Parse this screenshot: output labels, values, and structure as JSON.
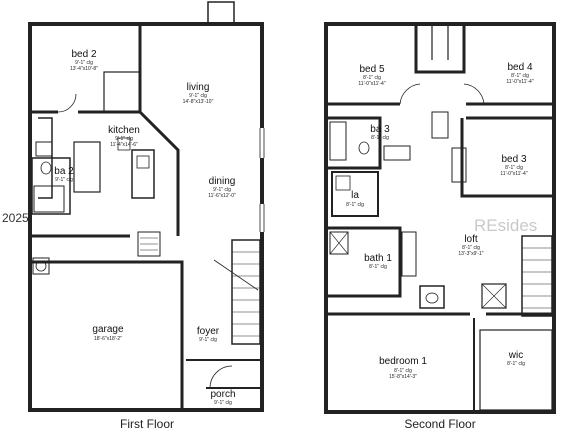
{
  "first_floor": {
    "caption": "First Floor",
    "rooms": {
      "bed2": {
        "name": "bed 2",
        "l1": "9'-1\" clg",
        "l2": "13'-4\"x10'-8\""
      },
      "living": {
        "name": "living",
        "l1": "9'-1\" clg",
        "l2": "14'-8\"x13'-10\""
      },
      "kitchen": {
        "name": "kitchen",
        "l1": "9'-1\" clg",
        "l2": "11'-4\"x14'-6\""
      },
      "ba2": {
        "name": "ba 2",
        "l1": "9'-1\" clg",
        "l2": ""
      },
      "dining": {
        "name": "dining",
        "l1": "9'-1\" clg",
        "l2": "11'-6\"x12'-0\""
      },
      "garage": {
        "name": "garage",
        "l1": "18'-6\"x18'-2\"",
        "l2": ""
      },
      "foyer": {
        "name": "foyer",
        "l1": "9'-1\" clg",
        "l2": ""
      },
      "porch": {
        "name": "porch",
        "l1": "9'-1\" clg",
        "l2": ""
      }
    }
  },
  "second_floor": {
    "caption": "Second Floor",
    "rooms": {
      "bed5": {
        "name": "bed 5",
        "l1": "8'-1\" clg",
        "l2": "11'-0\"x11'-4\""
      },
      "bed4": {
        "name": "bed 4",
        "l1": "8'-1\" clg",
        "l2": "11'-0\"x11'-4\""
      },
      "ba3": {
        "name": "ba 3",
        "l1": "8'-1\" clg",
        "l2": ""
      },
      "bed3": {
        "name": "bed 3",
        "l1": "8'-1\" clg",
        "l2": "11'-0\"x11'-4\""
      },
      "la": {
        "name": "la",
        "l1": "8'-1\" clg",
        "l2": ""
      },
      "loft": {
        "name": "loft",
        "l1": "8'-1\" clg",
        "l2": "13'-3\"x9'-1\""
      },
      "bath1": {
        "name": "bath 1",
        "l1": "8'-1\" clg",
        "l2": ""
      },
      "bedroom1": {
        "name": "bedroom 1",
        "l1": "8'-1\" clg",
        "l2": "15'-8\"x14'-3\""
      },
      "wic": {
        "name": "wic",
        "l1": "8'-1\" clg",
        "l2": ""
      }
    }
  },
  "watermark": {
    "year": "2025",
    "brand": "REsides"
  }
}
